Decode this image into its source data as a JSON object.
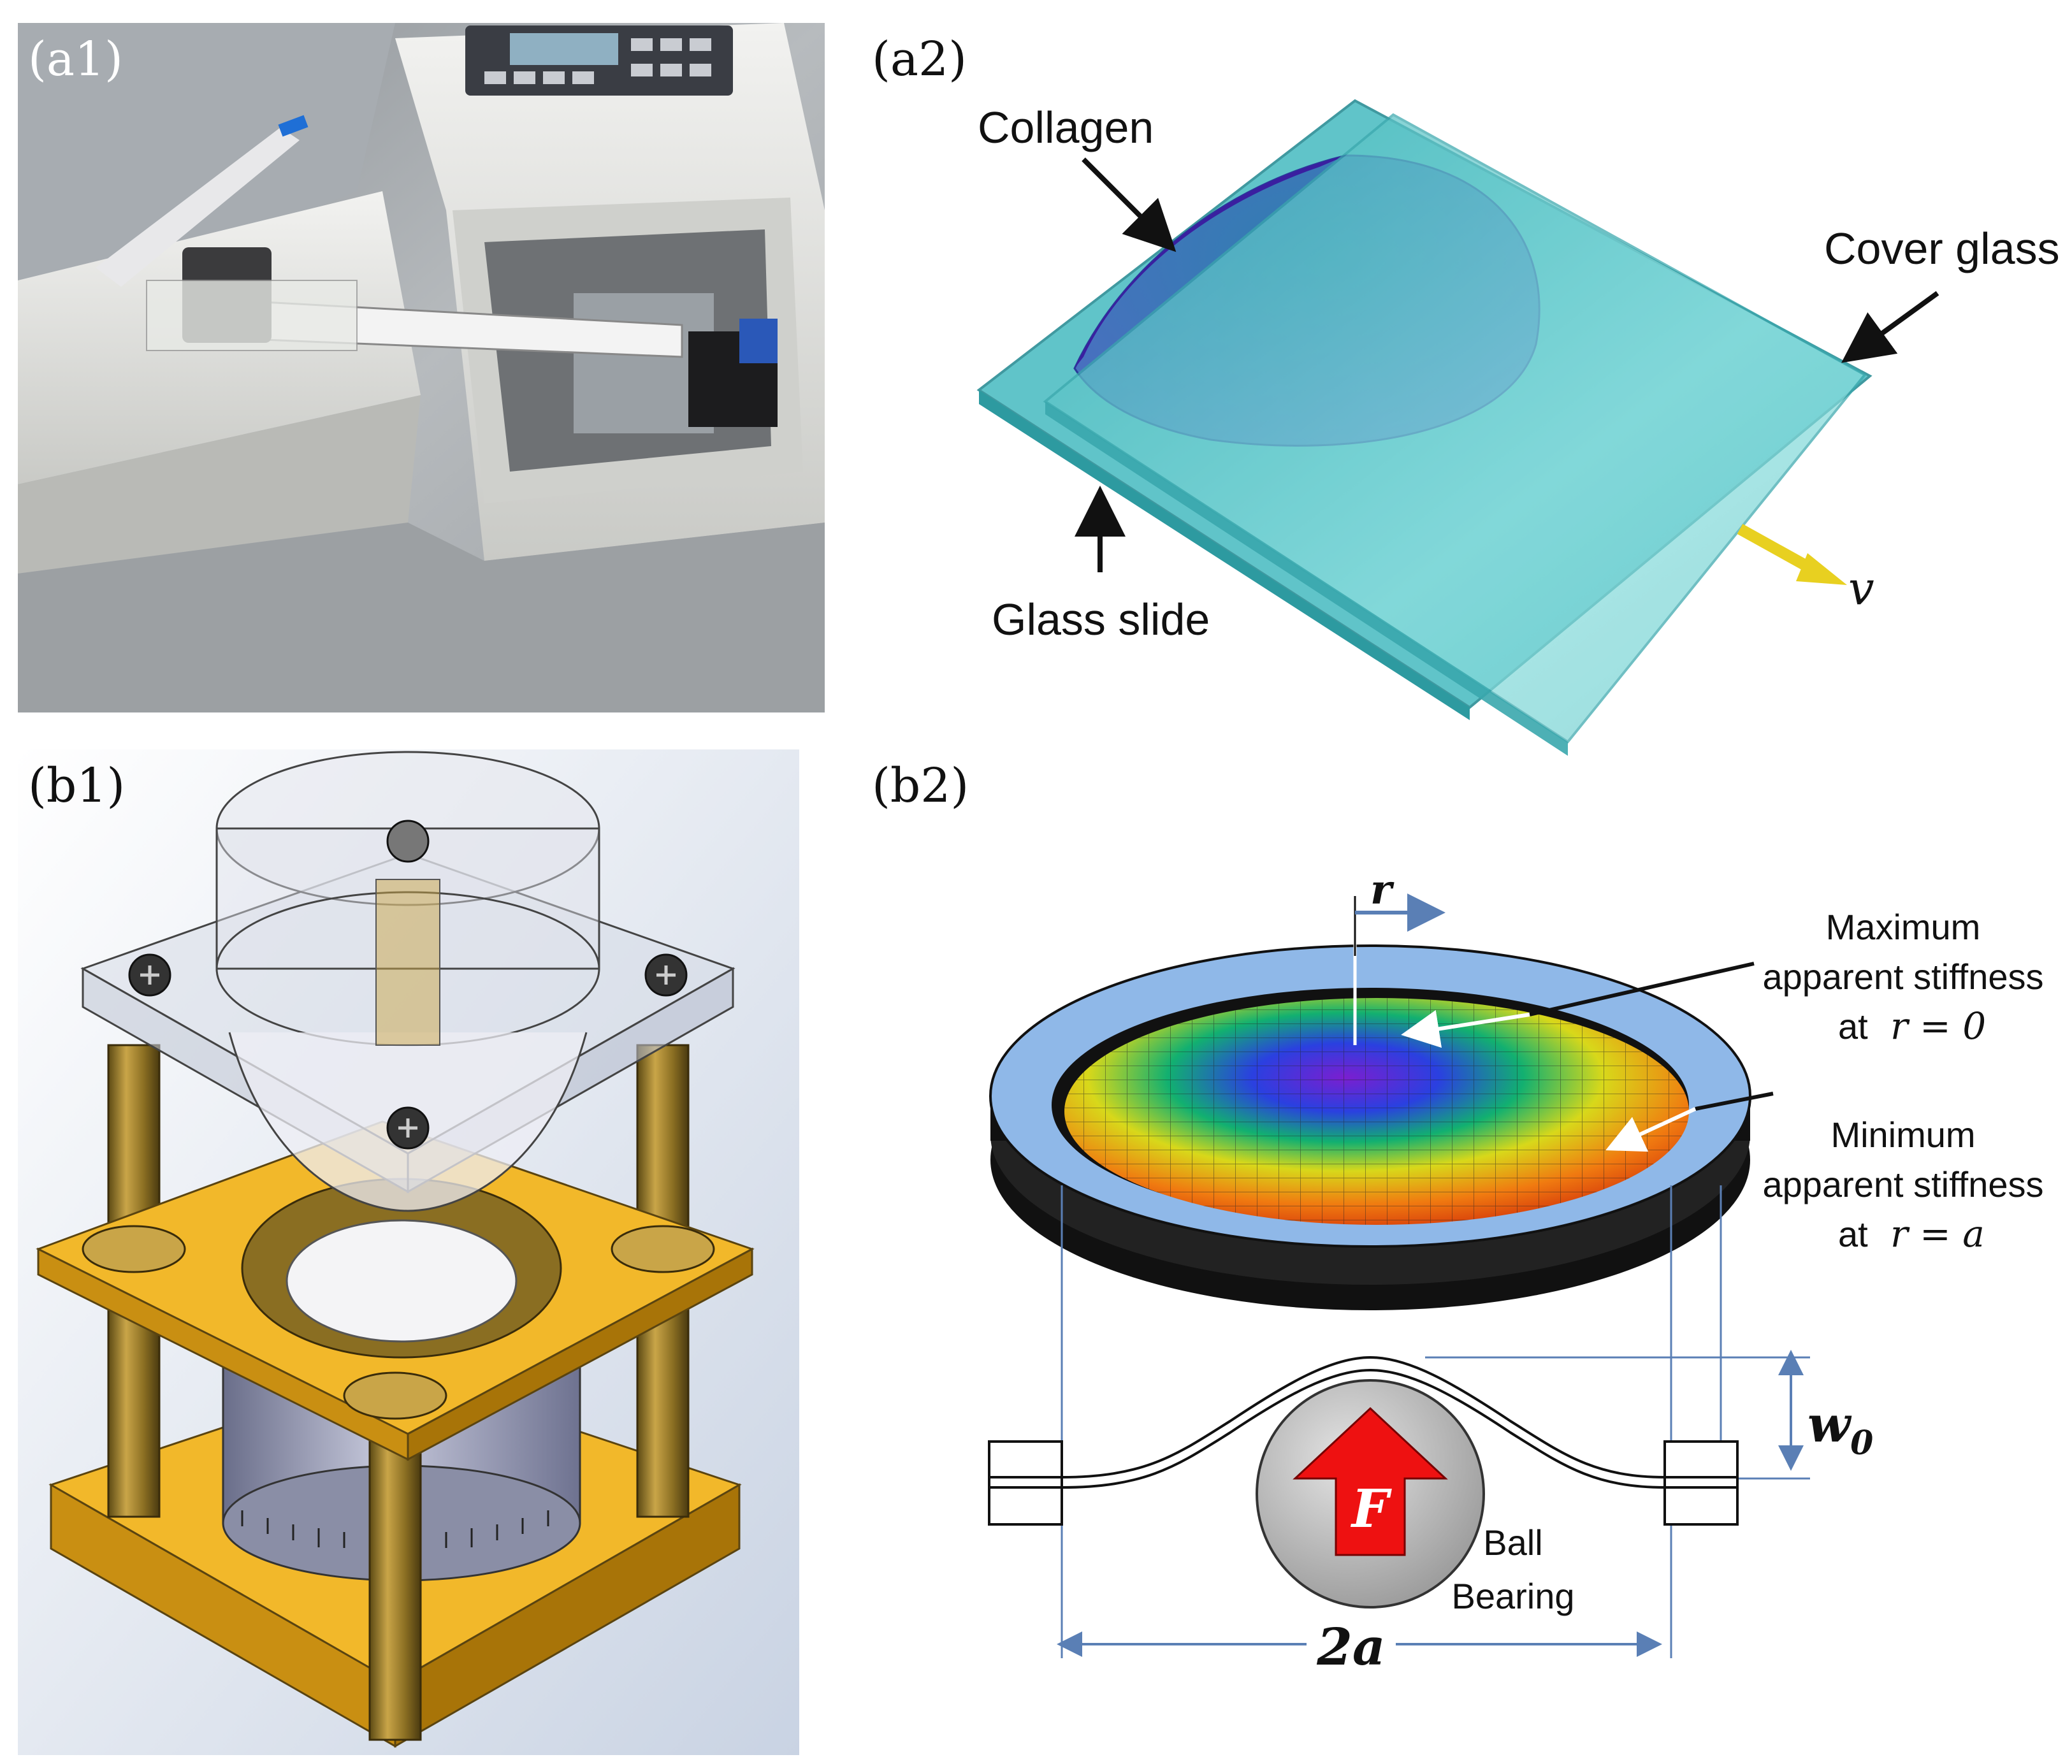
{
  "panels": {
    "a1": {
      "label": "(a1)"
    },
    "a2": {
      "label": "(a2)",
      "collagen": "Collagen",
      "cover_glass": "Cover glass",
      "glass_slide": "Glass slide",
      "velocity": "v"
    },
    "b1": {
      "label": "(b1)"
    },
    "b2": {
      "label": "(b2)",
      "r": "r",
      "max_line1": "Maximum",
      "max_line2": "apparent stiffness",
      "max_line3_prefix": "at",
      "max_line3_eq": "r = 0",
      "min_line1": "Minimum",
      "min_line2": "apparent stiffness",
      "min_line3_prefix": "at",
      "min_line3_eq": "r = a",
      "w0_main": "w",
      "w0_sub": "0",
      "force": "F",
      "ball_line1": "Ball",
      "ball_line2": "Bearing",
      "span": "2a"
    }
  },
  "colors": {
    "glass": "#5cc8c8",
    "collagen": "#3a2a9a",
    "ring": "#8fb8e8",
    "arrow_yellow": "#e8d020",
    "force_red": "#ee1111",
    "frame_gold": "#f2b82a",
    "dimension_blue": "#5a7fb5"
  }
}
